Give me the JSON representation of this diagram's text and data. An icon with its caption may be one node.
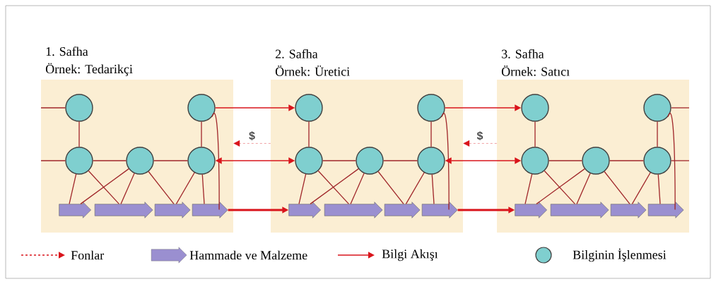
{
  "diagram": {
    "nodes": [
      {
        "text": [
          "1. Safha",
          "Örnek: Tedarikçi"
        ]
      },
      {
        "text": [],
        "shape": "circle",
        "in": 0
      },
      {
        "text": [],
        "shape": "circle",
        "in": 0
      },
      {
        "text": [],
        "shape": "circle",
        "in": 0
      },
      {
        "text": [],
        "shape": "circle",
        "in": 0
      },
      {
        "text": [],
        "shape": "circle",
        "in": 0
      },
      {
        "text": [],
        "shape": "arrow",
        "in": 0
      },
      {
        "text": [],
        "shape": "arrow",
        "in": 0
      },
      {
        "text": [],
        "shape": "arrow",
        "in": 0
      },
      {
        "text": [],
        "shape": "arrow",
        "in": 0
      },
      {
        "text": [
          "2. Safha",
          "Örnek: Üretici"
        ]
      },
      {
        "text": [],
        "shape": "circle",
        "in": 10
      },
      {
        "text": [],
        "shape": "circle",
        "in": 10
      },
      {
        "text": [],
        "shape": "circle",
        "in": 10
      },
      {
        "text": [],
        "shape": "circle",
        "in": 10
      },
      {
        "text": [],
        "shape": "circle",
        "in": 10
      },
      {
        "text": [],
        "shape": "arrow",
        "in": 10
      },
      {
        "text": [],
        "shape": "arrow",
        "in": 10
      },
      {
        "text": [],
        "shape": "arrow",
        "in": 10
      },
      {
        "text": [],
        "shape": "arrow",
        "in": 10
      },
      {
        "text": [
          "3. Safha",
          "Örnek: Satıcı"
        ]
      },
      {
        "text": [],
        "shape": "circle",
        "in": 20
      },
      {
        "text": [],
        "shape": "circle",
        "in": 20
      },
      {
        "text": [],
        "shape": "circle",
        "in": 20
      },
      {
        "text": [],
        "shape": "circle",
        "in": 20
      },
      {
        "text": [],
        "shape": "circle",
        "in": 20
      },
      {
        "text": [],
        "shape": "arrow",
        "in": 20
      },
      {
        "text": [],
        "shape": "arrow",
        "in": 20
      },
      {
        "text": [],
        "shape": "arrow",
        "in": 20
      },
      {
        "text": [],
        "shape": "arrow",
        "in": 20
      }
    ],
    "edges": [
      {
        "from": 1,
        "to": 3,
        "arrow": "none"
      },
      {
        "from": 2,
        "to": 5,
        "arrow": "none"
      },
      {
        "from": 3,
        "to": 4,
        "arrow": "none"
      },
      {
        "from": 4,
        "to": 5,
        "arrow": "none"
      },
      {
        "from": 3,
        "to": 6,
        "arrow": "none"
      },
      {
        "from": 3,
        "to": 7,
        "arrow": "none"
      },
      {
        "from": 4,
        "to": 6,
        "arrow": "none"
      },
      {
        "from": 4,
        "to": 7,
        "arrow": "none"
      },
      {
        "from": 4,
        "to": 8,
        "arrow": "none"
      },
      {
        "from": 5,
        "to": 8,
        "arrow": "none"
      },
      {
        "from": 5,
        "to": 9,
        "arrow": "none"
      },
      {
        "from": 2,
        "to": 9,
        "arrow": "none"
      },
      {
        "from": 11,
        "to": 13,
        "arrow": "none"
      },
      {
        "from": 12,
        "to": 15,
        "arrow": "none"
      },
      {
        "from": 13,
        "to": 14,
        "arrow": "none"
      },
      {
        "from": 14,
        "to": 15,
        "arrow": "none"
      },
      {
        "from": 13,
        "to": 16,
        "arrow": "none"
      },
      {
        "from": 13,
        "to": 17,
        "arrow": "none"
      },
      {
        "from": 14,
        "to": 16,
        "arrow": "none"
      },
      {
        "from": 14,
        "to": 17,
        "arrow": "none"
      },
      {
        "from": 14,
        "to": 18,
        "arrow": "none"
      },
      {
        "from": 15,
        "to": 18,
        "arrow": "none"
      },
      {
        "from": 15,
        "to": 19,
        "arrow": "none"
      },
      {
        "from": 12,
        "to": 19,
        "arrow": "none"
      },
      {
        "from": 21,
        "to": 23,
        "arrow": "none"
      },
      {
        "from": 22,
        "to": 25,
        "arrow": "none"
      },
      {
        "from": 23,
        "to": 24,
        "arrow": "none"
      },
      {
        "from": 24,
        "to": 25,
        "arrow": "none"
      },
      {
        "from": 23,
        "to": 26,
        "arrow": "none"
      },
      {
        "from": 23,
        "to": 27,
        "arrow": "none"
      },
      {
        "from": 24,
        "to": 26,
        "arrow": "none"
      },
      {
        "from": 24,
        "to": 27,
        "arrow": "none"
      },
      {
        "from": 24,
        "to": 28,
        "arrow": "none"
      },
      {
        "from": 25,
        "to": 28,
        "arrow": "none"
      },
      {
        "from": 25,
        "to": 29,
        "arrow": "none"
      },
      {
        "from": 22,
        "to": 29,
        "arrow": "none"
      },
      {
        "from": 2,
        "to": 11,
        "arrow": "to",
        "color": "#d9141b"
      },
      {
        "from": 10,
        "to": 0,
        "arrow": "to",
        "style": "dashed",
        "color": "#d9141b",
        "label": "$"
      },
      {
        "from": 5,
        "to": 13,
        "arrow": "both",
        "color": "#d9141b"
      },
      {
        "from": 9,
        "to": 16,
        "arrow": "to",
        "style": "thick",
        "color": "#d9141b"
      },
      {
        "from": 12,
        "to": 21,
        "arrow": "to",
        "color": "#d9141b"
      },
      {
        "from": 20,
        "to": 10,
        "arrow": "to",
        "style": "dashed",
        "color": "#d9141b",
        "label": "$"
      },
      {
        "from": 15,
        "to": 23,
        "arrow": "both",
        "color": "#d9141b"
      },
      {
        "from": 19,
        "to": 26,
        "arrow": "to",
        "style": "thick",
        "color": "#d9141b"
      },
      {
        "from": null,
        "to": 1,
        "arrow": "none"
      },
      {
        "from": null,
        "to": 3,
        "arrow": "none"
      },
      {
        "from": 22,
        "to": null,
        "arrow": "none"
      },
      {
        "from": 25,
        "to": null,
        "arrow": "none"
      }
    ],
    "legend": [
      {
        "text": "Fonlar"
      },
      {
        "text": "Hammade ve Malzeme"
      },
      {
        "text": "Bilgi Akışı"
      },
      {
        "text": "Bilginin İşlenmesi"
      }
    ]
  }
}
